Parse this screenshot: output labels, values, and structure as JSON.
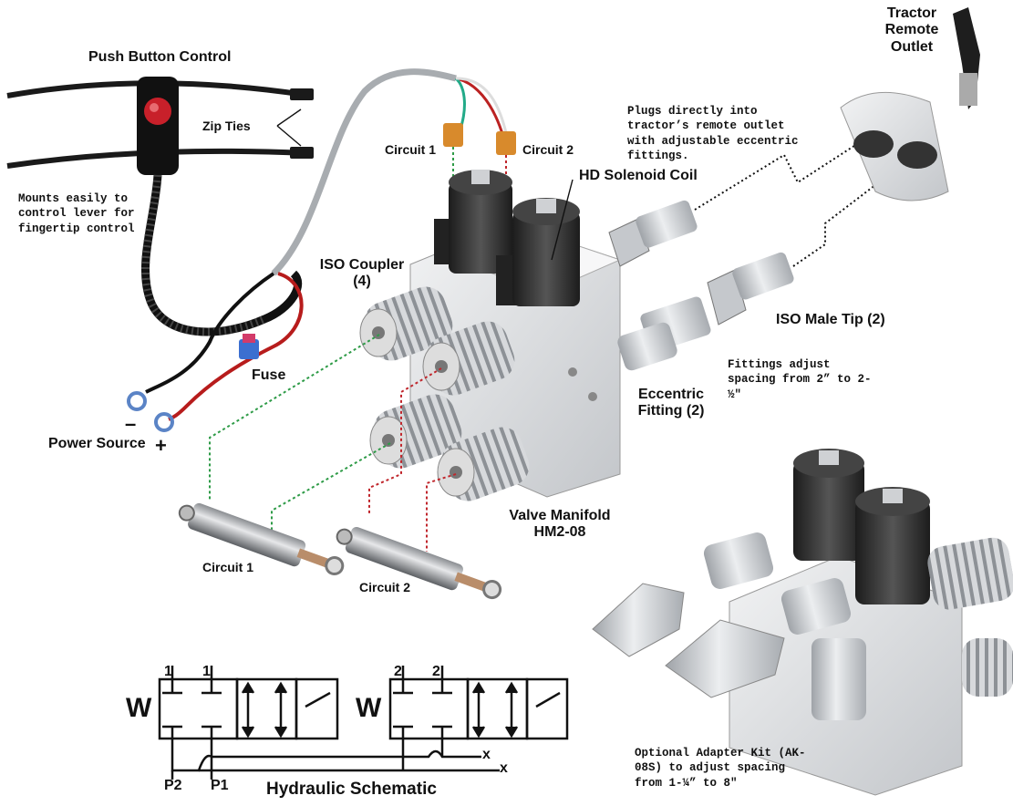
{
  "labels": {
    "push_button_control": "Push Button Control",
    "zip_ties": "Zip Ties",
    "mounts_note": "Mounts easily to control lever for fingertip control",
    "fuse": "Fuse",
    "power_source": "Power Source",
    "minus": "–",
    "plus": "+",
    "circuit1_connector": "Circuit 1",
    "circuit2_connector": "Circuit 2",
    "hd_solenoid_coil": "HD Solenoid Coil",
    "iso_coupler": "ISO Coupler (4)",
    "tractor_remote_outlet": "Tractor Remote Outlet",
    "plugs_note": "Plugs directly into tractor’s remote outlet with adjustable eccentric fittings.",
    "iso_male_tip": "ISO Male Tip (2)",
    "fittings_note": "Fittings adjust spacing from 2” to 2-½\"",
    "eccentric_fitting": "Eccentric Fitting (2)",
    "valve_manifold": "Valve Manifold HM2-08",
    "circuit1_cylinder": "Circuit 1",
    "circuit2_cylinder": "Circuit 2",
    "adapter_kit_note": "Optional Adapter Kit (AK-08S) to adjust spacing from 1-¼” to 8\""
  },
  "schematic": {
    "title": "Hydraulic Schematic",
    "w1": "W",
    "w2": "W",
    "port_1a": "1",
    "port_1b": "1",
    "port_2a": "2",
    "port_2b": "2",
    "p2": "P2",
    "p1": "P1",
    "x1": "x",
    "x2": "x"
  },
  "colors": {
    "circuit1_line": "#2e9b47",
    "circuit2_line": "#c0262c",
    "zip_tie": "#1a1a1a",
    "metal": "#c9cbce",
    "coil": "#2a2a2a",
    "fuse": "#d23b6a"
  }
}
